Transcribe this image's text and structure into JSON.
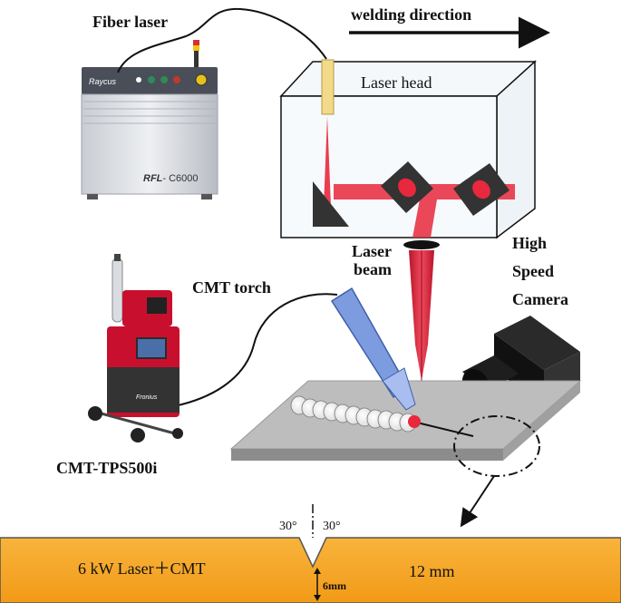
{
  "labels": {
    "fiber_laser": "Fiber laser",
    "welding_direction": "welding direction",
    "laser_head": "Laser head",
    "laser_beam_line1": "Laser",
    "laser_beam_line2": "beam",
    "camera_line1": "High",
    "camera_line2": "Speed",
    "camera_line3": "Camera",
    "cmt_torch": "CMT torch",
    "cmt_source": "CMT-TPS500i",
    "angle_left": "30°",
    "angle_right": "30°",
    "process": "6 kW Laser＋CMT",
    "thickness": "12 mm",
    "root_height": "6mm"
  },
  "device_text": {
    "laser_brand": "Raycus",
    "laser_model_prefix": "RFL",
    "laser_model_suffix": "- C6000",
    "welder_brand": "Fronius"
  },
  "colors": {
    "plate": "#f5a623",
    "beam": "#e8283c",
    "torch": "#7d9ce0",
    "workpiece": "#b4b4b4"
  }
}
